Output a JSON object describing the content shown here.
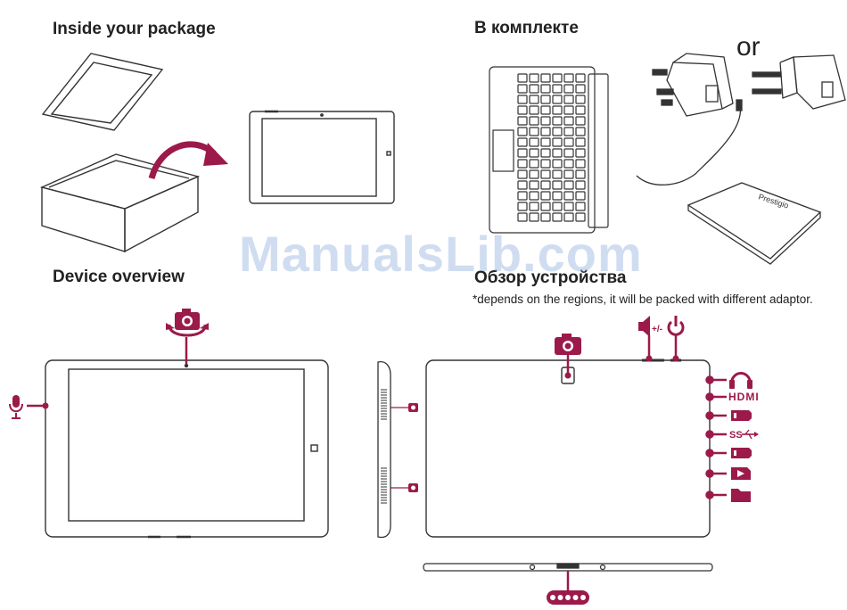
{
  "headings": {
    "package_en": "Inside your package",
    "package_ru": "В комплекте",
    "overview_en": "Device overview",
    "overview_ru": "Обзор устройства"
  },
  "or_label": "or",
  "adaptor_note": "*depends on the regions, it will be packed with different adaptor.",
  "watermark": "ManualsLib.com",
  "brand_label": "Prestigio",
  "port_labels": {
    "volume": "+/-",
    "hdmi": "HDMI",
    "usb3": "SS"
  },
  "colors": {
    "accent": "#9b1a4a",
    "line": "#333333",
    "watermark": "#96b4e1"
  },
  "icons": [
    "camera-rotate-icon",
    "microphone-icon",
    "camera-icon",
    "volume-icon",
    "power-icon",
    "headphone-icon",
    "hdmi-icon",
    "micro-usb-icon",
    "usb3-icon",
    "micro-usb-icon",
    "microsd-icon",
    "sim-icon",
    "docking-connector-icon"
  ]
}
